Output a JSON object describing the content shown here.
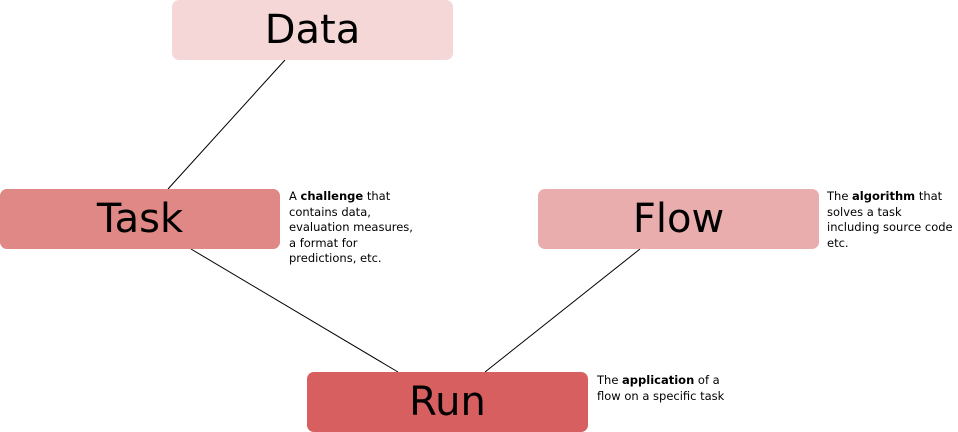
{
  "nodes": {
    "data": {
      "label": "Data",
      "color": "#f5d7d8"
    },
    "task": {
      "label": "Task",
      "color": "#e08886"
    },
    "flow": {
      "label": "Flow",
      "color": "#e9adae"
    },
    "run": {
      "label": "Run",
      "color": "#d75f5f"
    }
  },
  "descriptions": {
    "task": {
      "pre": "A ",
      "bold": "challenge",
      "lines": [
        " that",
        "contains data,",
        "evaluation measures,",
        "a format for",
        "predictions, etc."
      ]
    },
    "flow": {
      "pre": "The ",
      "bold": "algorithm",
      "lines": [
        " that",
        "solves a task",
        "including source code",
        "etc."
      ]
    },
    "run": {
      "pre": "The ",
      "bold": "application",
      "lines": [
        " of a",
        "flow on a specific task"
      ]
    }
  },
  "edges": [
    {
      "from": "data",
      "to": "task"
    },
    {
      "from": "task",
      "to": "run"
    },
    {
      "from": "flow",
      "to": "run"
    }
  ]
}
